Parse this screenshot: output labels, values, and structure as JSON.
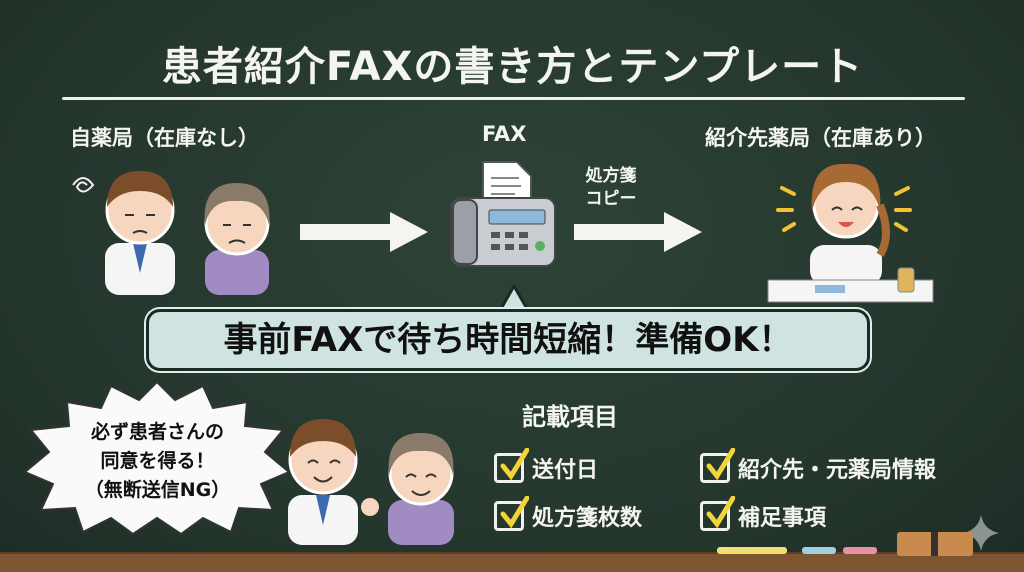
{
  "title": "患者紹介FAXの書き方とテンプレート",
  "flow": {
    "source_label": "自薬局（在庫なし）",
    "fax_label": "FAX",
    "arrow_label_line1": "処方箋",
    "arrow_label_line2": "コピー",
    "destination_label": "紹介先薬局（在庫あり）"
  },
  "banner": "事前FAXで待ち時間短縮！準備OK！",
  "warning": {
    "line1": "必ず患者さんの",
    "line2": "同意を得る！",
    "line3": "（無断送信NG）"
  },
  "checklist": {
    "heading": "記載項目",
    "items": [
      "送付日",
      "紹介先・元薬局情報",
      "処方箋枚数",
      "補足事項"
    ]
  },
  "colors": {
    "board": "#263830",
    "banner": "#cfe3e1",
    "check": "#f2d338",
    "ledge": "#7d5532"
  }
}
